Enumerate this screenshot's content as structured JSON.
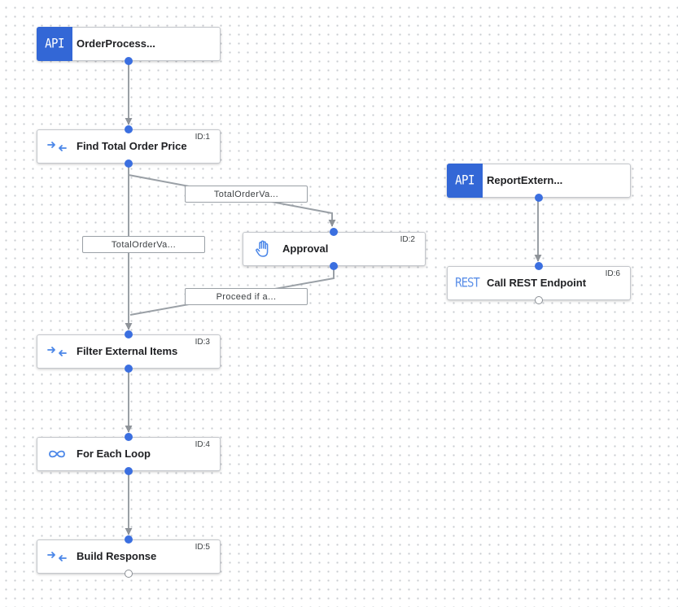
{
  "colors": {
    "accent": "#3367d6",
    "port": "#3b6fe0",
    "wire": "#9aa0a6"
  },
  "nodes": [
    {
      "key": "trigger1",
      "kind": "trigger",
      "icon": "api-icon",
      "icon_text": "API",
      "title": "OrderProcess...",
      "id_label": ""
    },
    {
      "key": "n1",
      "kind": "data-mapping",
      "icon": "data-mapping-icon",
      "title": "Find Total Order Price",
      "id_label": "ID:1"
    },
    {
      "key": "n2",
      "kind": "approval",
      "icon": "hand-icon",
      "title": "Approval",
      "id_label": "ID:2"
    },
    {
      "key": "n3",
      "kind": "data-mapping",
      "icon": "data-mapping-icon",
      "title": "Filter External Items",
      "id_label": "ID:3"
    },
    {
      "key": "n4",
      "kind": "loop",
      "icon": "loop-icon",
      "title": "For Each Loop",
      "id_label": "ID:4"
    },
    {
      "key": "n5",
      "kind": "data-mapping",
      "icon": "data-mapping-icon",
      "title": "Build Response",
      "id_label": "ID:5"
    },
    {
      "key": "trigger2",
      "kind": "trigger",
      "icon": "api-icon",
      "icon_text": "API",
      "title": "ReportExtern...",
      "id_label": ""
    },
    {
      "key": "n6",
      "kind": "rest",
      "icon": "rest-icon",
      "icon_text": "REST",
      "title": "Call REST Endpoint",
      "id_label": "ID:6"
    }
  ],
  "edge_labels": [
    {
      "key": "e1",
      "text": "TotalOrderVa..."
    },
    {
      "key": "e2",
      "text": "TotalOrderVa..."
    },
    {
      "key": "e3",
      "text": "Proceed if a..."
    }
  ]
}
